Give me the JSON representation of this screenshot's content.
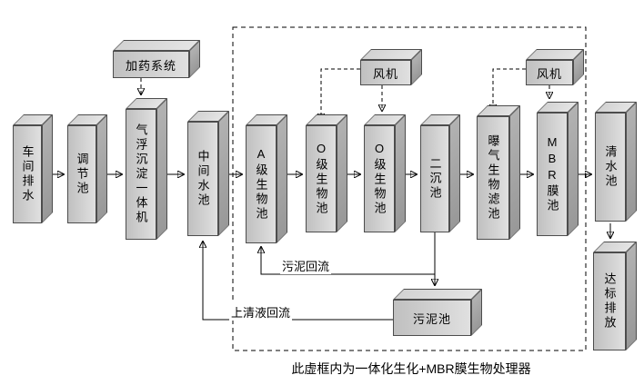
{
  "nodes": {
    "workshop": {
      "label": "车间排水"
    },
    "regulating": {
      "label": "调节池"
    },
    "dosing": {
      "label": "加药系统"
    },
    "flotation": {
      "label": "气浮沉淀一体机"
    },
    "intermediate": {
      "label": "中间水池"
    },
    "a_bio": {
      "label": "A级生物池"
    },
    "o_bio_1": {
      "label": "O级生物池"
    },
    "o_bio_2": {
      "label": "O级生物池"
    },
    "secondary": {
      "label": "二沉池"
    },
    "baf": {
      "label": "曝气生物滤池"
    },
    "mbr": {
      "label": "MBR膜池"
    },
    "clean": {
      "label": "清水池"
    },
    "discharge": {
      "label": "达标排放"
    },
    "fan_1": {
      "label": "风机"
    },
    "fan_2": {
      "label": "风机"
    },
    "sludge": {
      "label": "污泥池"
    }
  },
  "labels": {
    "sludge_return": "污泥回流",
    "supernatant_return": "上清液回流"
  },
  "caption": "此虚框内为一体化生化+MBR膜生物处理器",
  "colors": {
    "box_front": "#d0d0d0",
    "box_top": "#dcdcdc",
    "box_side": "#9f9f9f",
    "line": "#000000",
    "background": "#ffffff"
  }
}
